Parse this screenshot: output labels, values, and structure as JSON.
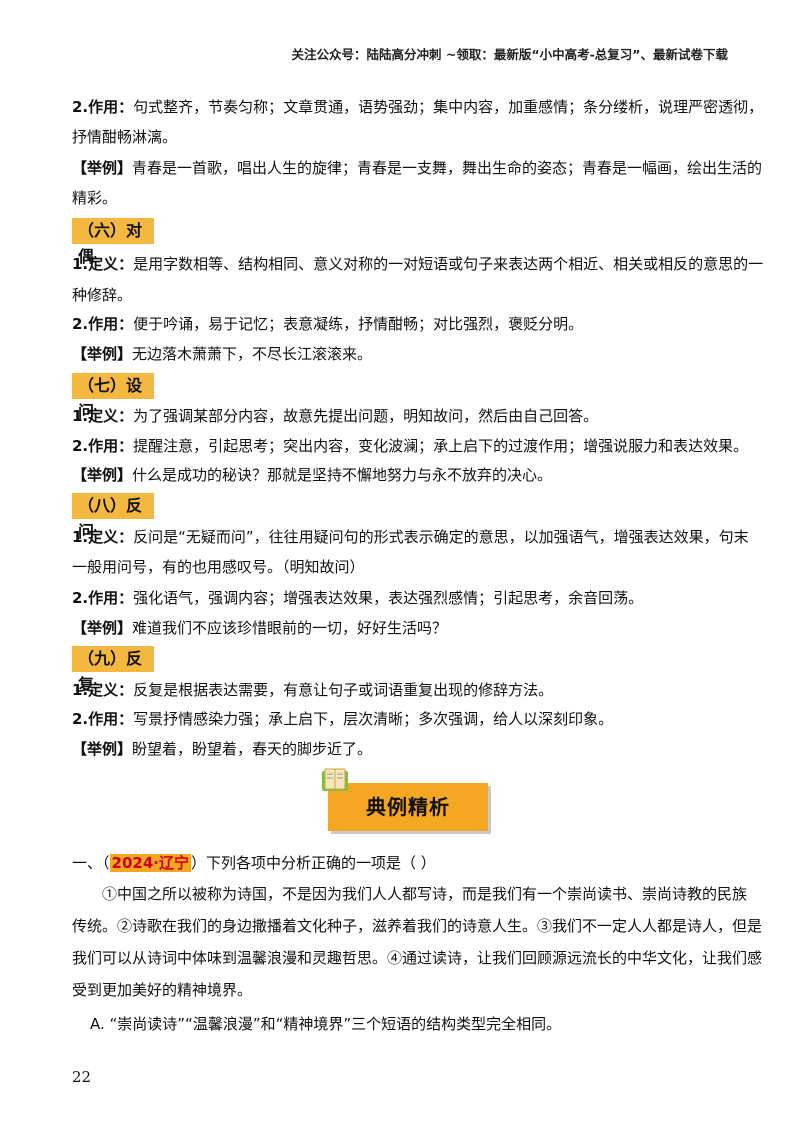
{
  "header": "关注公众号：陆陆高分冲刺 ~领取：最新版“小中高考-总复习”、最新试卷下载",
  "block1": {
    "zy_label": "2.作用：",
    "zy_text1": "句式整齐，节奏匀称；文章贯通，语势强劲；集中内容，加重感情；条分缕析，说理严密透彻，",
    "zy_text2": "抒情酣畅淋漓。",
    "ex_label": "【举例】",
    "ex_text1": "青春是一首歌，唱出人生的旋律；青春是一支舞，舞出生命的姿态；青春是一幅画，绘出生活的",
    "ex_text2": "精彩。"
  },
  "sec6": {
    "title": "（六）对偶",
    "def_label": "1.定义：",
    "def_text1": "是用字数相等、结构相同、意义对称的一对短语或句子来表达两个相近、相关或相反的意思的一",
    "def_text2": "种修辞。",
    "zy_label": "2.作用：",
    "zy_text": "便于吟诵，易于记忆；表意凝练，抒情酣畅；对比强烈，褒贬分明。",
    "ex_label": "【举例】",
    "ex_text": "无边落木萧萧下，不尽长江滚滚来。"
  },
  "sec7": {
    "title": "（七）设问",
    "def_label": "1.定义：",
    "def_text": "为了强调某部分内容，故意先提出问题，明知故问，然后由自己回答。",
    "zy_label": "2.作用：",
    "zy_text": "提醒注意，引起思考；突出内容，变化波澜；承上启下的过渡作用；增强说服力和表达效果。",
    "ex_label": "【举例】",
    "ex_text": "什么是成功的秘诀？那就是坚持不懈地努力与永不放弃的决心。"
  },
  "sec8": {
    "title": "（八）反问",
    "def_label": "1.定义：",
    "def_text1": "反问是“无疑而问”，往往用疑问句的形式表示确定的意思，以加强语气，增强表达效果，句末",
    "def_text2": "一般用问号，有的也用感叹号。（明知故问）",
    "zy_label": "2.作用：",
    "zy_text": "强化语气，强调内容；增强表达效果，表达强烈感情；引起思考，余音回荡。",
    "ex_label": "【举例】",
    "ex_text": "难道我们不应该珍惜眼前的一切，好好生活吗？"
  },
  "sec9": {
    "title": "（九）反复",
    "def_label": "1.定义：",
    "def_text": "反复是根据表达需要，有意让句子或词语重复出现的修辞方法。",
    "zy_label": "2.作用：",
    "zy_text": "写景抒情感染力强；承上启下，层次清晰；多次强调，给人以深刻印象。",
    "ex_label": "【举例】",
    "ex_text": "盼望着，盼望着，春天的脚步近了。"
  },
  "banner": "典例精析",
  "question": {
    "num": "一、（",
    "tag": "2024·辽宁",
    "text": "）下列各项中分析正确的一项是（  ）",
    "p1": "①中国之所以被称为诗国，不是因为我们人人都写诗，而是我们有一个崇尚读书、崇尚诗教的民族",
    "p2": "传统。②诗歌在我们的身边撒播着文化种子，滋养着我们的诗意人生。③我们不一定人人都是诗人，但是",
    "p3": "我们可以从诗词中体味到温馨浪漫和灵趣哲思。④通过读诗，让我们回顾源远流长的中华文化，让我们感",
    "p4": "受到更加美好的精神境界。",
    "optionA": "A. “崇尚读诗”“温馨浪漫”和“精神境界”三个短语的结构类型完全相同。"
  },
  "page_number": "22"
}
